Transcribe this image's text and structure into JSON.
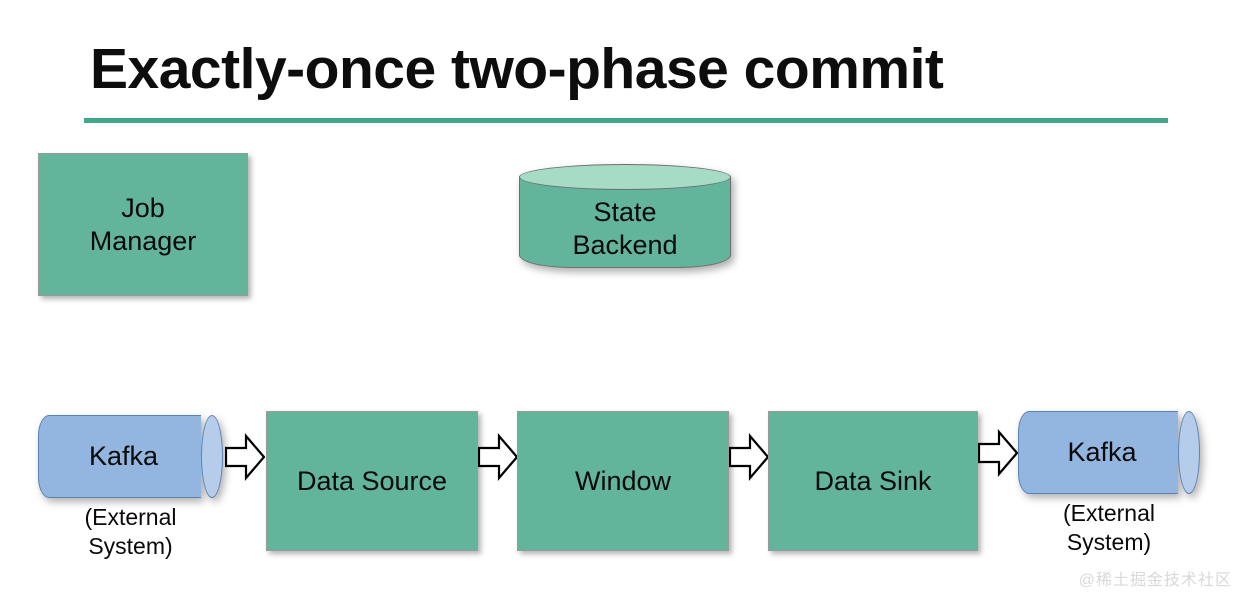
{
  "slide": {
    "title": "Exactly-once two-phase commit",
    "rule_color": "#43a78a",
    "background": "#ffffff"
  },
  "nodes": {
    "job_manager": {
      "label": "Job\nManager",
      "shape": "rectangle",
      "fill": "#62b49b"
    },
    "state_backend": {
      "label": "State\nBackend",
      "shape": "cylinder",
      "fill": "#62b49b",
      "top_fill": "#a6dcc6"
    },
    "kafka_source": {
      "label": "Kafka",
      "caption": "(External\nSystem)",
      "shape": "cylinder-horizontal",
      "fill": "#93b6e0",
      "cap_fill": "#b5cdea"
    },
    "data_source": {
      "label": "Data Source",
      "shape": "rectangle",
      "fill": "#62b49b"
    },
    "window": {
      "label": "Window",
      "shape": "rectangle",
      "fill": "#62b49b"
    },
    "data_sink": {
      "label": "Data Sink",
      "shape": "rectangle",
      "fill": "#62b49b"
    },
    "kafka_sink": {
      "label": "Kafka",
      "caption": "(External\nSystem)",
      "shape": "cylinder-horizontal",
      "fill": "#93b6e0",
      "cap_fill": "#b5cdea"
    }
  },
  "arrows": [
    {
      "name": "kafka-source-to-data-source",
      "direction": "right"
    },
    {
      "name": "data-source-to-window",
      "direction": "right"
    },
    {
      "name": "window-to-data-sink",
      "direction": "right"
    },
    {
      "name": "data-sink-to-kafka-sink",
      "direction": "right"
    }
  ],
  "watermark": {
    "text": "@稀土掘金技术社区",
    "color": "#d8d8d8"
  }
}
